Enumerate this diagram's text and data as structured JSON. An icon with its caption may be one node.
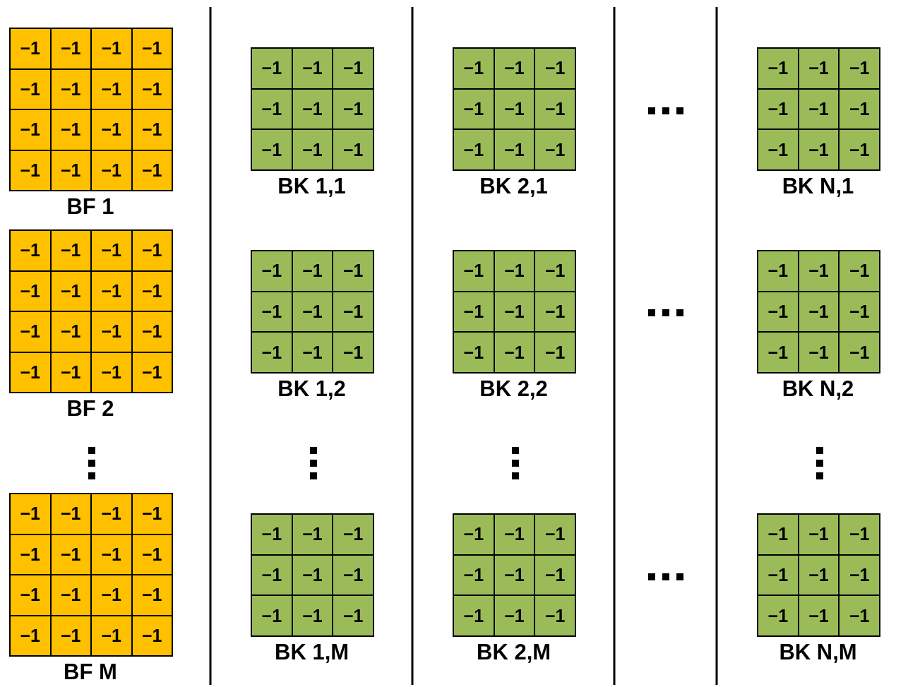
{
  "diagram": {
    "nodes": [
      {
        "text": [
          "BF 1"
        ]
      },
      {
        "text": [
          "−1"
        ],
        "in": 0
      },
      {
        "text": [
          "−1"
        ],
        "in": 0
      },
      {
        "text": [
          "−1"
        ],
        "in": 0
      },
      {
        "text": [
          "−1"
        ],
        "in": 0
      },
      {
        "text": [
          "−1"
        ],
        "in": 0
      },
      {
        "text": [
          "−1"
        ],
        "in": 0
      },
      {
        "text": [
          "−1"
        ],
        "in": 0
      },
      {
        "text": [
          "−1"
        ],
        "in": 0
      },
      {
        "text": [
          "−1"
        ],
        "in": 0
      },
      {
        "text": [
          "−1"
        ],
        "in": 0
      },
      {
        "text": [
          "−1"
        ],
        "in": 0
      },
      {
        "text": [
          "−1"
        ],
        "in": 0
      },
      {
        "text": [
          "−1"
        ],
        "in": 0
      },
      {
        "text": [
          "−1"
        ],
        "in": 0
      },
      {
        "text": [
          "−1"
        ],
        "in": 0
      },
      {
        "text": [
          "−1"
        ],
        "in": 0
      },
      {
        "text": [
          "BK 1,1"
        ]
      },
      {
        "text": [
          "−1"
        ],
        "in": 17
      },
      {
        "text": [
          "−1"
        ],
        "in": 17
      },
      {
        "text": [
          "−1"
        ],
        "in": 17
      },
      {
        "text": [
          "−1"
        ],
        "in": 17
      },
      {
        "text": [
          "−1"
        ],
        "in": 17
      },
      {
        "text": [
          "−1"
        ],
        "in": 17
      },
      {
        "text": [
          "−1"
        ],
        "in": 17
      },
      {
        "text": [
          "−1"
        ],
        "in": 17
      },
      {
        "text": [
          "−1"
        ],
        "in": 17
      },
      {
        "text": [
          "BK 2,1"
        ]
      },
      {
        "text": [
          "−1"
        ],
        "in": 27
      },
      {
        "text": [
          "−1"
        ],
        "in": 27
      },
      {
        "text": [
          "−1"
        ],
        "in": 27
      },
      {
        "text": [
          "−1"
        ],
        "in": 27
      },
      {
        "text": [
          "−1"
        ],
        "in": 27
      },
      {
        "text": [
          "−1"
        ],
        "in": 27
      },
      {
        "text": [
          "−1"
        ],
        "in": 27
      },
      {
        "text": [
          "−1"
        ],
        "in": 27
      },
      {
        "text": [
          "−1"
        ],
        "in": 27
      },
      {
        "text": [
          "BK N,1"
        ]
      },
      {
        "text": [
          "−1"
        ],
        "in": 37
      },
      {
        "text": [
          "−1"
        ],
        "in": 37
      },
      {
        "text": [
          "−1"
        ],
        "in": 37
      },
      {
        "text": [
          "−1"
        ],
        "in": 37
      },
      {
        "text": [
          "−1"
        ],
        "in": 37
      },
      {
        "text": [
          "−1"
        ],
        "in": 37
      },
      {
        "text": [
          "−1"
        ],
        "in": 37
      },
      {
        "text": [
          "−1"
        ],
        "in": 37
      },
      {
        "text": [
          "−1"
        ],
        "in": 37
      },
      {
        "text": [
          "BF 2"
        ]
      },
      {
        "text": [
          "−1"
        ],
        "in": 47
      },
      {
        "text": [
          "−1"
        ],
        "in": 47
      },
      {
        "text": [
          "−1"
        ],
        "in": 47
      },
      {
        "text": [
          "−1"
        ],
        "in": 47
      },
      {
        "text": [
          "−1"
        ],
        "in": 47
      },
      {
        "text": [
          "−1"
        ],
        "in": 47
      },
      {
        "text": [
          "−1"
        ],
        "in": 47
      },
      {
        "text": [
          "−1"
        ],
        "in": 47
      },
      {
        "text": [
          "−1"
        ],
        "in": 47
      },
      {
        "text": [
          "−1"
        ],
        "in": 47
      },
      {
        "text": [
          "−1"
        ],
        "in": 47
      },
      {
        "text": [
          "−1"
        ],
        "in": 47
      },
      {
        "text": [
          "−1"
        ],
        "in": 47
      },
      {
        "text": [
          "−1"
        ],
        "in": 47
      },
      {
        "text": [
          "−1"
        ],
        "in": 47
      },
      {
        "text": [
          "−1"
        ],
        "in": 47
      },
      {
        "text": [
          "BK 1,2"
        ]
      },
      {
        "text": [
          "−1"
        ],
        "in": 64
      },
      {
        "text": [
          "−1"
        ],
        "in": 64
      },
      {
        "text": [
          "−1"
        ],
        "in": 64
      },
      {
        "text": [
          "−1"
        ],
        "in": 64
      },
      {
        "text": [
          "−1"
        ],
        "in": 64
      },
      {
        "text": [
          "−1"
        ],
        "in": 64
      },
      {
        "text": [
          "−1"
        ],
        "in": 64
      },
      {
        "text": [
          "−1"
        ],
        "in": 64
      },
      {
        "text": [
          "−1"
        ],
        "in": 64
      },
      {
        "text": [
          "BK 2,2"
        ]
      },
      {
        "text": [
          "−1"
        ],
        "in": 74
      },
      {
        "text": [
          "−1"
        ],
        "in": 74
      },
      {
        "text": [
          "−1"
        ],
        "in": 74
      },
      {
        "text": [
          "−1"
        ],
        "in": 74
      },
      {
        "text": [
          "−1"
        ],
        "in": 74
      },
      {
        "text": [
          "−1"
        ],
        "in": 74
      },
      {
        "text": [
          "−1"
        ],
        "in": 74
      },
      {
        "text": [
          "−1"
        ],
        "in": 74
      },
      {
        "text": [
          "−1"
        ],
        "in": 74
      },
      {
        "text": [
          "BK N,2"
        ]
      },
      {
        "text": [
          "−1"
        ],
        "in": 84
      },
      {
        "text": [
          "−1"
        ],
        "in": 84
      },
      {
        "text": [
          "−1"
        ],
        "in": 84
      },
      {
        "text": [
          "−1"
        ],
        "in": 84
      },
      {
        "text": [
          "−1"
        ],
        "in": 84
      },
      {
        "text": [
          "−1"
        ],
        "in": 84
      },
      {
        "text": [
          "−1"
        ],
        "in": 84
      },
      {
        "text": [
          "−1"
        ],
        "in": 84
      },
      {
        "text": [
          "−1"
        ],
        "in": 84
      },
      {
        "text": [
          "BF M"
        ]
      },
      {
        "text": [
          "−1"
        ],
        "in": 94
      },
      {
        "text": [
          "−1"
        ],
        "in": 94
      },
      {
        "text": [
          "−1"
        ],
        "in": 94
      },
      {
        "text": [
          "−1"
        ],
        "in": 94
      },
      {
        "text": [
          "−1"
        ],
        "in": 94
      },
      {
        "text": [
          "−1"
        ],
        "in": 94
      },
      {
        "text": [
          "−1"
        ],
        "in": 94
      },
      {
        "text": [
          "−1"
        ],
        "in": 94
      },
      {
        "text": [
          "−1"
        ],
        "in": 94
      },
      {
        "text": [
          "−1"
        ],
        "in": 94
      },
      {
        "text": [
          "−1"
        ],
        "in": 94
      },
      {
        "text": [
          "−1"
        ],
        "in": 94
      },
      {
        "text": [
          "−1"
        ],
        "in": 94
      },
      {
        "text": [
          "−1"
        ],
        "in": 94
      },
      {
        "text": [
          "−1"
        ],
        "in": 94
      },
      {
        "text": [
          "−1"
        ],
        "in": 94
      },
      {
        "text": [
          "BK 1,M"
        ]
      },
      {
        "text": [
          "−1"
        ],
        "in": 111
      },
      {
        "text": [
          "−1"
        ],
        "in": 111
      },
      {
        "text": [
          "−1"
        ],
        "in": 111
      },
      {
        "text": [
          "−1"
        ],
        "in": 111
      },
      {
        "text": [
          "−1"
        ],
        "in": 111
      },
      {
        "text": [
          "−1"
        ],
        "in": 111
      },
      {
        "text": [
          "−1"
        ],
        "in": 111
      },
      {
        "text": [
          "−1"
        ],
        "in": 111
      },
      {
        "text": [
          "−1"
        ],
        "in": 111
      },
      {
        "text": [
          "BK 2,M"
        ]
      },
      {
        "text": [
          "−1"
        ],
        "in": 121
      },
      {
        "text": [
          "−1"
        ],
        "in": 121
      },
      {
        "text": [
          "−1"
        ],
        "in": 121
      },
      {
        "text": [
          "−1"
        ],
        "in": 121
      },
      {
        "text": [
          "−1"
        ],
        "in": 121
      },
      {
        "text": [
          "−1"
        ],
        "in": 121
      },
      {
        "text": [
          "−1"
        ],
        "in": 121
      },
      {
        "text": [
          "−1"
        ],
        "in": 121
      },
      {
        "text": [
          "−1"
        ],
        "in": 121
      },
      {
        "text": [
          "BK N,M"
        ]
      },
      {
        "text": [
          "−1"
        ],
        "in": 131
      },
      {
        "text": [
          "−1"
        ],
        "in": 131
      },
      {
        "text": [
          "−1"
        ],
        "in": 131
      },
      {
        "text": [
          "−1"
        ],
        "in": 131
      },
      {
        "text": [
          "−1"
        ],
        "in": 131
      },
      {
        "text": [
          "−1"
        ],
        "in": 131
      },
      {
        "text": [
          "−1"
        ],
        "in": 131
      },
      {
        "text": [
          "−1"
        ],
        "in": 131
      },
      {
        "text": [
          "−1"
        ],
        "in": 131
      }
    ]
  }
}
